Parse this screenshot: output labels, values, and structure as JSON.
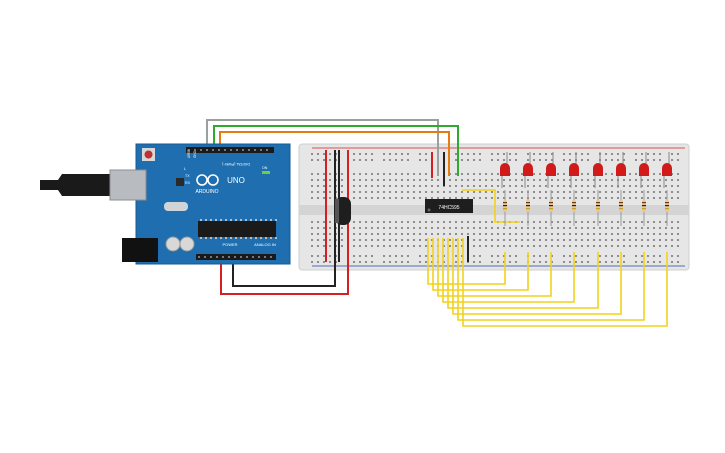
{
  "arduino": {
    "brand": "ARDUINO",
    "model": "UNO",
    "digital_header_label": "DIGITAL (PWM~)",
    "power_label": "POWER",
    "analog_label": "ANALOG IN",
    "on_label": "ON",
    "tx_label": "TX",
    "rx_label": "RX",
    "l_label": "L",
    "aref_label": "AREF",
    "gnd_label": "GND"
  },
  "chip": {
    "label": "74HC595"
  },
  "leds": {
    "count": 8,
    "color": "#d11a1a"
  },
  "wire_colors": {
    "gray": "#9aa0a0",
    "green": "#2eaa2e",
    "orange": "#e87a12",
    "red": "#d42020",
    "black": "#222222",
    "yellow": "#f2d21a"
  },
  "colors": {
    "board_blue": "#1f6fb0",
    "breadboard": "#e8e8e8"
  }
}
